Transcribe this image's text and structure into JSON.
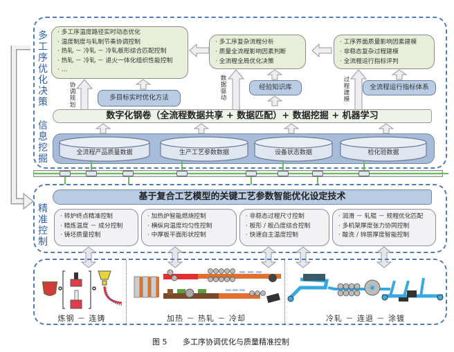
{
  "sections": {
    "decision": "多工序优化决策",
    "mining": "信息挖掘",
    "control": "精准控制"
  },
  "decision": {
    "box1": [
      "· 多工序温度路径实时动态优化",
      "· 温度制度与轧制节奏协调控制",
      "· 热轧 － 冷轧 － 冷轧板形综合匹配控制",
      "· 热轧 － 冷轧 － 退火一体化组织性能控制",
      "· …"
    ],
    "box2": [
      "· 多工序复杂流程分析",
      "· 质量全流程影响因素判断",
      "· 全流程全局优化决策"
    ],
    "box3": [
      "· 工序界面质量影响因素建模",
      "· 非稳态复杂过程建模",
      "· 全流程运行指标评判"
    ],
    "method1": "多目标实时优化方法",
    "method2": "经验知识库",
    "method3": "全流程运行指标体系",
    "arrow_label1": "协调规划",
    "arrow_label2": "数据驱动",
    "arrow_label3": "过程建模"
  },
  "mining": {
    "band": "数字化钢卷（全流程数据共享 + 数据匹配）+ 数据挖掘 + 机器学习",
    "databases": [
      "全流程产品质量数据",
      "生产工艺参数数据",
      "设备状态数据",
      "检化验数据"
    ]
  },
  "control": {
    "band": "基于复合工艺模型的关键工艺参数智能优化设定技术",
    "boxes": [
      [
        "· 转炉终点精准控制",
        "· 精炼温度 － 成分控制",
        "· 铸坯质量控制"
      ],
      [
        "· 加热炉智能燃烧控制",
        "· 横纵向温度均匀性控制",
        "· 中厚板平面形状控制"
      ],
      [
        "· 非稳态过程尺寸控制",
        "· 板形 / 板凸度综合控制",
        "· 快速自主温度控制"
      ],
      [
        "· 润滑 － 轧辊 － 规程优化匹配",
        "· 多机架厚度张力协同控制",
        "· 酸洗 / 锌层厚度智能控制"
      ]
    ]
  },
  "processes": [
    "炼钢 － 连铸",
    "加热 － 热轧 － 冷却",
    "冷轧 － 连退 － 涂镀"
  ],
  "caption": {
    "number": "图 5",
    "title": "多工序协调优化与质量精准控制"
  },
  "colors": {
    "dash": "#4f7bbd",
    "green_box": "#e8efd9",
    "blue_box": "#b8cce4",
    "bus_line": "#66c05a",
    "label": "#2f5ea8"
  }
}
